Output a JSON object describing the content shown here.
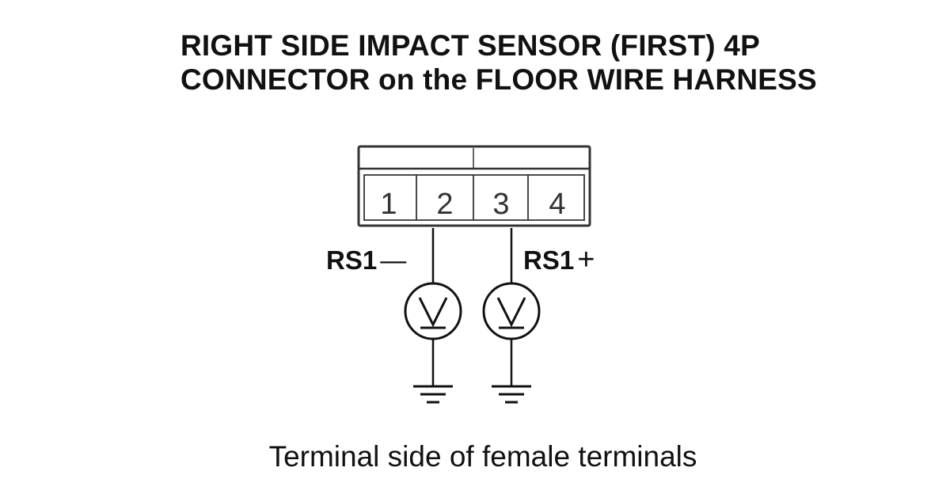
{
  "title": {
    "line1": "RIGHT SIDE IMPACT SENSOR (FIRST) 4P",
    "line2": "CONNECTOR on the FLOOR WIRE HARNESS"
  },
  "connector": {
    "pins": [
      "1",
      "2",
      "3",
      "4"
    ]
  },
  "probes": [
    {
      "label": "RS1",
      "sign": "—",
      "pin": "2",
      "meter": "V"
    },
    {
      "label": "RS1",
      "sign": "+",
      "pin": "3",
      "meter": "V"
    }
  ],
  "caption": "Terminal side of female terminals",
  "icons": [
    "voltmeter-icon",
    "ground-icon"
  ]
}
